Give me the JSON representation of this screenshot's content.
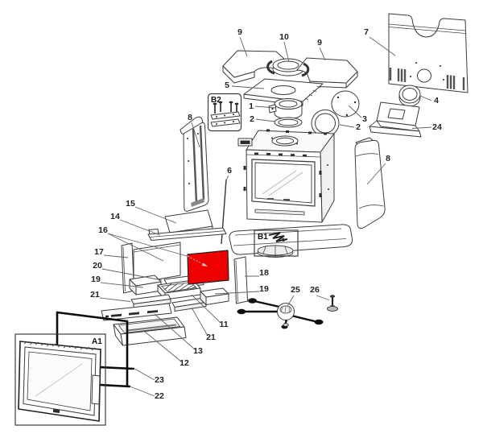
{
  "highlight": {
    "color": "#ee0000",
    "applies_to_callout": "16"
  },
  "colors": {
    "background": "#ffffff",
    "line": "#3a3a3a",
    "label": "#222222"
  },
  "callouts": {
    "n9_left": "9",
    "n10": "10",
    "n9_right": "9",
    "n7": "7",
    "n5": "5",
    "n1": "1",
    "n2_top": "2",
    "n3": "3",
    "n2_right": "2",
    "n4": "4",
    "n24": "24",
    "n8_left": "8",
    "n8_right": "8",
    "n6": "6",
    "n15": "15",
    "n14": "14",
    "n16": "16",
    "n17": "17",
    "n20": "20",
    "n19_left": "19",
    "n21_left": "21",
    "n18": "18",
    "n19_right": "19",
    "n25": "25",
    "n26": "26",
    "n11": "11",
    "n21_right": "21",
    "n13": "13",
    "n12": "12",
    "n23": "23",
    "n22": "22"
  },
  "insets": {
    "a1": "A1",
    "b1": "B1",
    "b2": "B2"
  }
}
